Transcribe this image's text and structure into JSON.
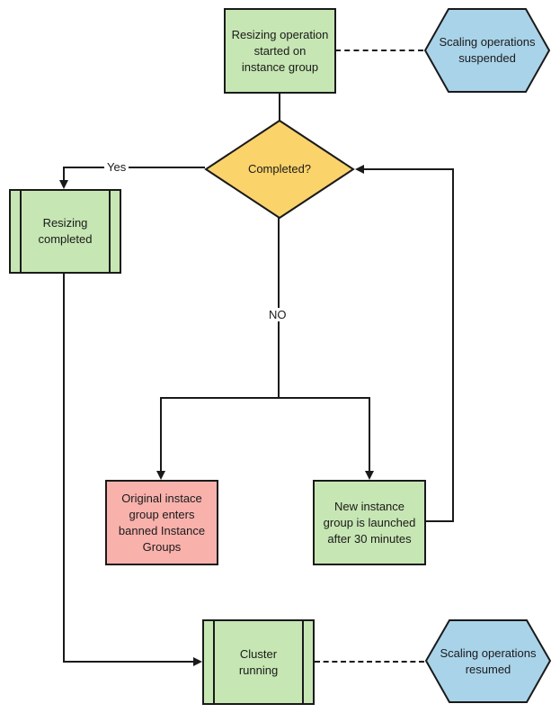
{
  "colors": {
    "process_green": "#c6e6b3",
    "decision_yellow": "#fbd36b",
    "alert_red": "#f9b1ac",
    "terminal_blue": "#a9d3e9",
    "line_black": "#1a1a1a"
  },
  "nodes": {
    "resize_start": {
      "label": [
        "Resizing operation",
        "started on",
        "instance group"
      ]
    },
    "scaling_suspended": {
      "label": [
        "Scaling operations",
        "suspended"
      ]
    },
    "completed_decision": {
      "label": [
        "Completed?"
      ]
    },
    "resizing_completed": {
      "label": [
        "Resizing",
        "completed"
      ]
    },
    "banned_groups": {
      "label": [
        "Original instace",
        "group enters",
        "banned Instance",
        "Groups"
      ]
    },
    "new_instance": {
      "label": [
        "New instance",
        "group is launched",
        "after 30 minutes"
      ]
    },
    "cluster_running": {
      "label": [
        "Cluster",
        "running"
      ]
    },
    "scaling_resumed": {
      "label": [
        "Scaling operations",
        "resumed"
      ]
    }
  },
  "edge_labels": {
    "yes": "Yes",
    "no": "NO"
  }
}
